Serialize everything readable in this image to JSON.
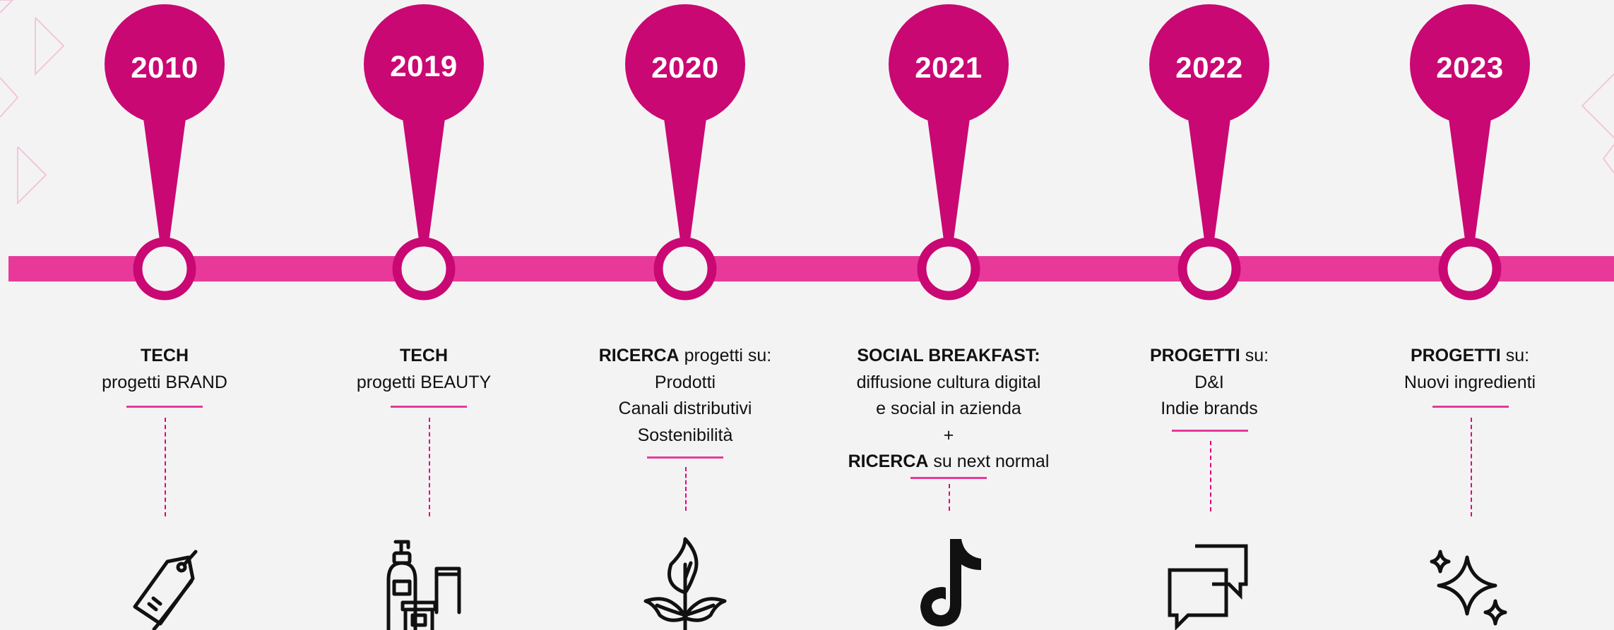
{
  "colors": {
    "background": "#f4f3f3",
    "pin": "#c90874",
    "bar": "#e8399a",
    "text": "#111111"
  },
  "milestones": [
    {
      "year": "2010",
      "lines": [
        {
          "bold": "TECH",
          "rest": ""
        },
        {
          "bold": "",
          "rest": "progetti BRAND"
        }
      ],
      "icon": "price-tag-icon"
    },
    {
      "year": "2019",
      "lines": [
        {
          "bold": "TECH",
          "rest": ""
        },
        {
          "bold": "",
          "rest": "progetti BEAUTY"
        }
      ],
      "icon": "beauty-products-icon"
    },
    {
      "year": "2020",
      "lines": [
        {
          "bold": "RICERCA",
          "rest": " progetti su:"
        },
        {
          "bold": "",
          "rest": "Prodotti"
        },
        {
          "bold": "",
          "rest": "Canali distributivi"
        },
        {
          "bold": "",
          "rest": "Sostenibilità"
        }
      ],
      "icon": "leaf-plant-icon"
    },
    {
      "year": "2021",
      "lines": [
        {
          "bold": "SOCIAL BREAKFAST:",
          "rest": ""
        },
        {
          "bold": "",
          "rest": "diffusione cultura digital"
        },
        {
          "bold": "",
          "rest": "e social in azienda"
        },
        {
          "bold": "",
          "rest": "+"
        },
        {
          "bold": "RICERCA",
          "rest": " su next normal"
        }
      ],
      "icon": "tiktok-icon"
    },
    {
      "year": "2022",
      "lines": [
        {
          "bold": "PROGETTI",
          "rest": " su:"
        },
        {
          "bold": "",
          "rest": "D&I"
        },
        {
          "bold": "",
          "rest": "Indie brands"
        }
      ],
      "icon": "chat-bubbles-icon"
    },
    {
      "year": "2023",
      "lines": [
        {
          "bold": "PROGETTI",
          "rest": " su:"
        },
        {
          "bold": "",
          "rest": "Nuovi ingredienti"
        }
      ],
      "icon": "sparkles-icon"
    }
  ]
}
